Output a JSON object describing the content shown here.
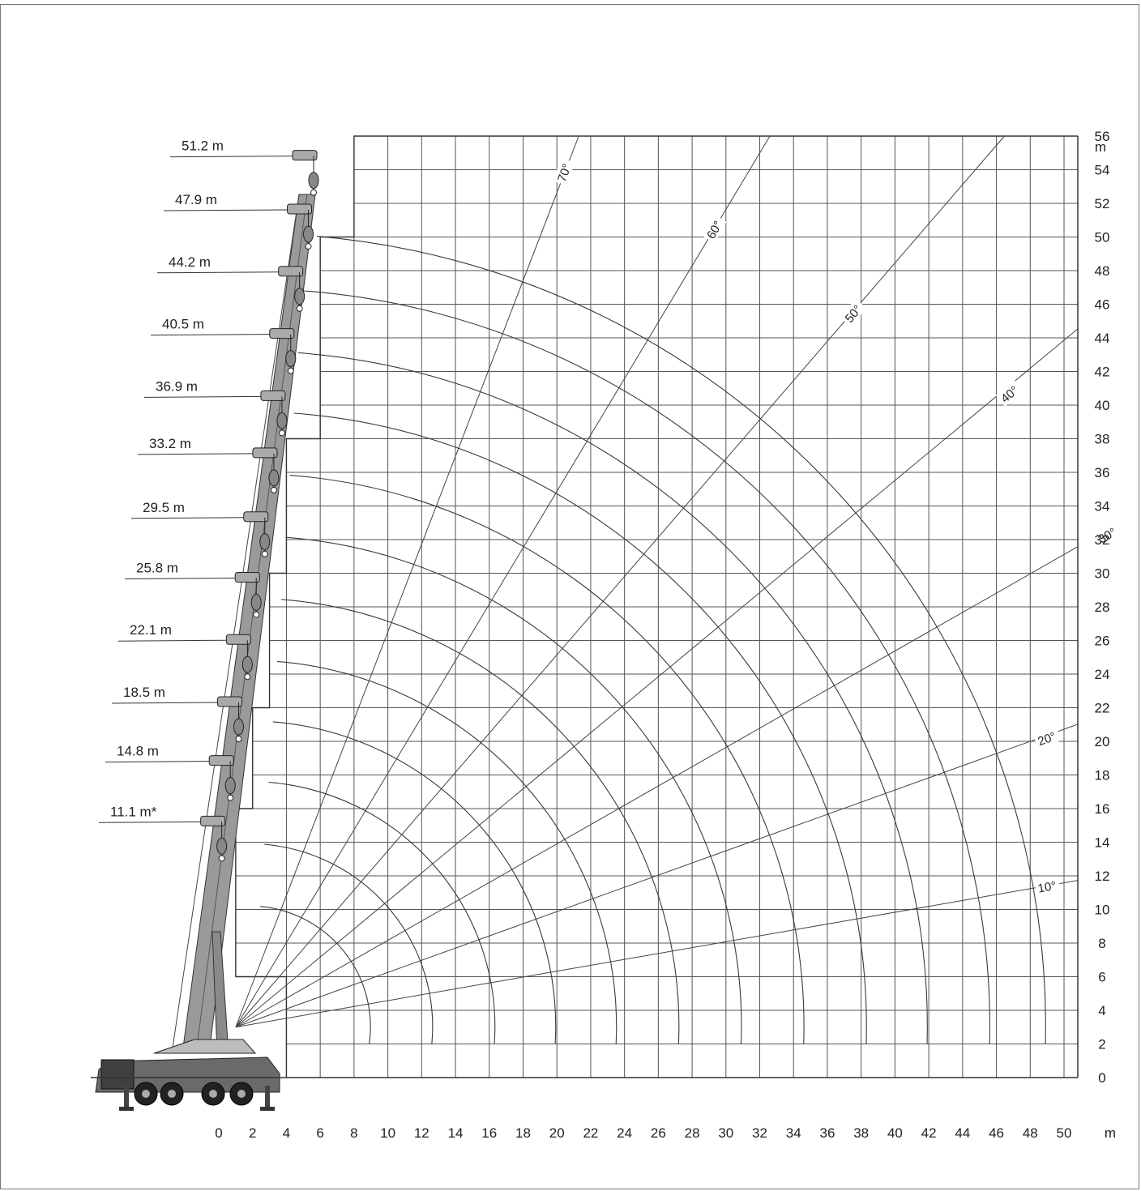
{
  "x_unit": "m",
  "y_unit": "m",
  "x_ticks": [
    0,
    2,
    4,
    6,
    8,
    10,
    12,
    14,
    16,
    18,
    20,
    22,
    24,
    26,
    28,
    30,
    32,
    34,
    36,
    38,
    40,
    42,
    44,
    46,
    48,
    50
  ],
  "y_ticks": [
    0,
    2,
    4,
    6,
    8,
    10,
    12,
    14,
    16,
    18,
    20,
    22,
    24,
    26,
    28,
    30,
    32,
    34,
    36,
    38,
    40,
    42,
    44,
    46,
    48,
    50,
    52,
    54,
    56
  ],
  "angle_labels": [
    "10°",
    "20°",
    "30°",
    "40°",
    "50°",
    "60°",
    "70°"
  ],
  "angles_deg": [
    10,
    20,
    30,
    40,
    50,
    60,
    70
  ],
  "boom_lengths": [
    {
      "label": "51.2 m",
      "hook_height": 52.5,
      "arc_end_radius": 49.2
    },
    {
      "label": "47.9 m",
      "hook_height": 49.3,
      "arc_end_radius": 45.9
    },
    {
      "label": "44.2 m",
      "hook_height": 45.6,
      "arc_end_radius": 42.2
    },
    {
      "label": "40.5 m",
      "hook_height": 41.9,
      "arc_end_radius": 38.6
    },
    {
      "label": "36.9 m",
      "hook_height": 38.2,
      "arc_end_radius": 34.9
    },
    {
      "label": "33.2 m",
      "hook_height": 34.8,
      "arc_end_radius": 31.2
    },
    {
      "label": "29.5 m",
      "hook_height": 31.0,
      "arc_end_radius": 27.5
    },
    {
      "label": "25.8 m",
      "hook_height": 27.4,
      "arc_end_radius": 23.8
    },
    {
      "label": "22.1 m",
      "hook_height": 23.7,
      "arc_end_radius": 20.2
    },
    {
      "label": "18.5 m",
      "hook_height": 20.0,
      "arc_end_radius": 16.6
    },
    {
      "label": "14.8 m",
      "hook_height": 16.5,
      "arc_end_radius": 12.9
    },
    {
      "label": "11.1 m*",
      "hook_height": 12.9,
      "arc_end_radius": 9.2
    }
  ]
}
